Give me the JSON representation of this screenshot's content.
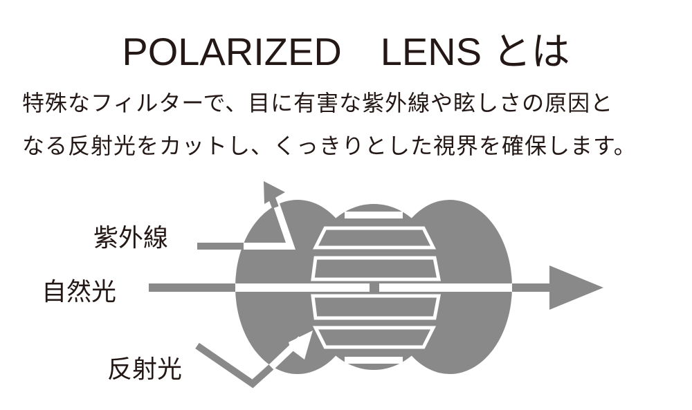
{
  "title": "POLARIZED　LENS とは",
  "description": [
    "特殊なフィルターで、目に有害な紫外線や眩しさの原因と",
    "なる反射光をカットし、くっきりとした視界を確保します。"
  ],
  "diagram": {
    "labels": {
      "uv": "紫外線",
      "natural": "自然光",
      "reflected": "反射光"
    },
    "colors": {
      "fill": "#898989",
      "bg": "#ffffff",
      "text": "#231815"
    }
  }
}
